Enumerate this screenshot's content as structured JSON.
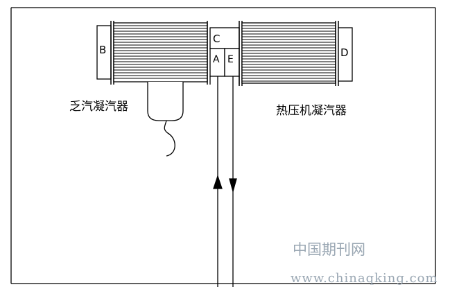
{
  "diagram": {
    "labels": {
      "b": "B",
      "c": "C",
      "a": "A",
      "e": "E",
      "d": "D"
    },
    "captions": {
      "left_condenser": "乏汽凝汽器",
      "right_condenser": "热压机凝汽器"
    }
  },
  "watermark": {
    "line1": "中国期刊网",
    "line2": "www.chinaqking.com"
  }
}
